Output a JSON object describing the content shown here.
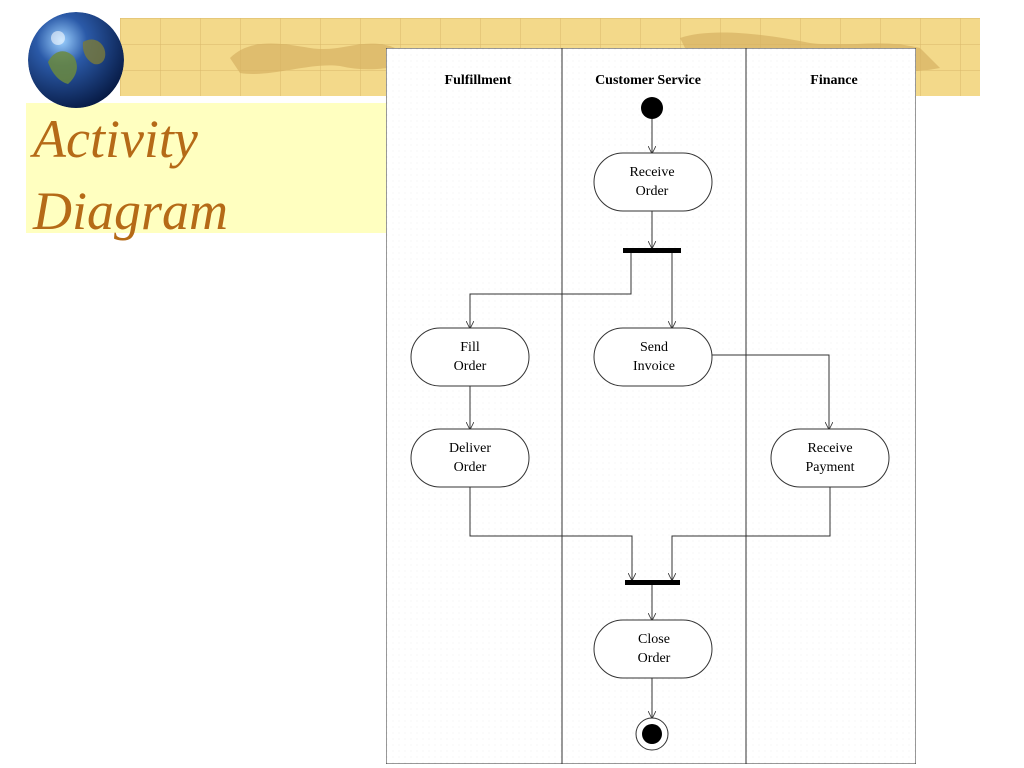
{
  "slide": {
    "title_line1": "Activity",
    "title_line2": "Diagram"
  },
  "diagram": {
    "swimlanes": [
      {
        "label": "Fulfillment"
      },
      {
        "label": "Customer Service"
      },
      {
        "label": "Finance"
      }
    ],
    "activities": {
      "receive_order": [
        "Receive",
        "Order"
      ],
      "fill_order": [
        "Fill",
        "Order"
      ],
      "send_invoice": [
        "Send",
        "Invoice"
      ],
      "deliver_order": [
        "Deliver",
        "Order"
      ],
      "receive_payment": [
        "Receive",
        "Payment"
      ],
      "close_order": [
        "Close",
        "Order"
      ]
    }
  },
  "colors": {
    "title_text": "#b56a17",
    "title_panel": "#ffffc0",
    "banner": "#f3d98a",
    "diagram_line": "#333333",
    "bar": "#000000"
  }
}
